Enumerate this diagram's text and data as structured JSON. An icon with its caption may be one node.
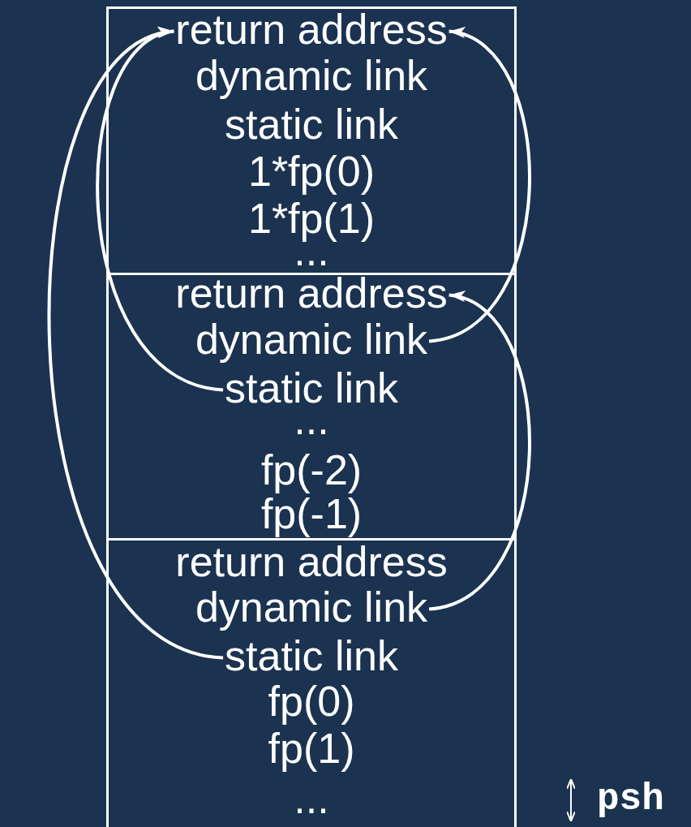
{
  "diagram": {
    "nodes": [
      {
        "text": [],
        "shape": "box"
      },
      {
        "text": [
          "return address"
        ],
        "in": 0
      },
      {
        "text": [
          "dynamic link"
        ],
        "in": 0
      },
      {
        "text": [
          "static link"
        ],
        "in": 0
      },
      {
        "text": [
          "1*fp(0)"
        ],
        "in": 0
      },
      {
        "text": [
          "1*fp(1)"
        ],
        "in": 0
      },
      {
        "text": [
          "..."
        ],
        "in": 0
      },
      {
        "text": [],
        "shape": "box"
      },
      {
        "text": [
          "return address"
        ],
        "in": 7
      },
      {
        "text": [
          "dynamic link"
        ],
        "in": 7
      },
      {
        "text": [
          "static link"
        ],
        "in": 7
      },
      {
        "text": [
          "..."
        ],
        "in": 7
      },
      {
        "text": [
          "fp(-2)"
        ],
        "in": 7
      },
      {
        "text": [
          "fp(-1)"
        ],
        "in": 7
      },
      {
        "text": [],
        "shape": "box"
      },
      {
        "text": [
          "return address"
        ],
        "in": 14
      },
      {
        "text": [
          "dynamic link"
        ],
        "in": 14
      },
      {
        "text": [
          "static link"
        ],
        "in": 14
      },
      {
        "text": [
          "fp(0)"
        ],
        "in": 14
      },
      {
        "text": [
          "fp(1)"
        ],
        "in": 14
      },
      {
        "text": [
          "..."
        ],
        "in": 14
      }
    ],
    "edges": [
      {
        "from": 9,
        "to": 1,
        "arrow": "to"
      },
      {
        "from": 10,
        "to": 1,
        "arrow": "to"
      },
      {
        "from": 16,
        "to": 8,
        "arrow": "to"
      },
      {
        "from": 17,
        "to": 1,
        "arrow": "to"
      }
    ],
    "labels": [
      "psh"
    ]
  }
}
